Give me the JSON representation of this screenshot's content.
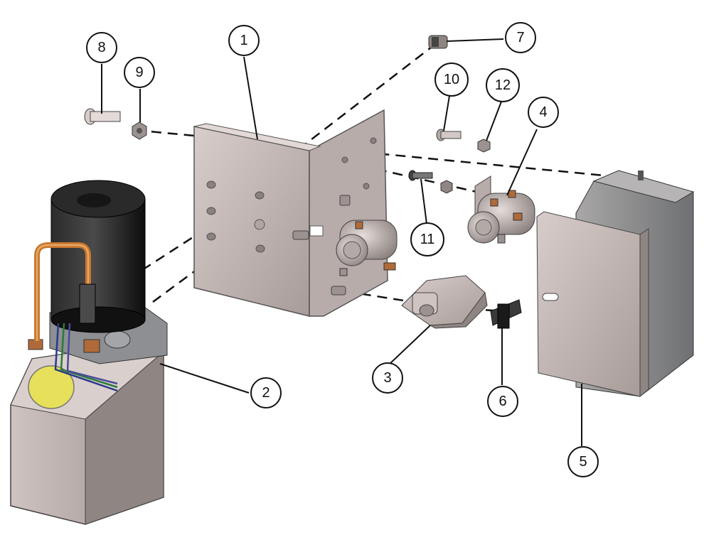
{
  "diagram": {
    "type": "exploded-parts-view",
    "callouts": [
      {
        "id": "c1",
        "label": "1"
      },
      {
        "id": "c2",
        "label": "2"
      },
      {
        "id": "c3",
        "label": "3"
      },
      {
        "id": "c4",
        "label": "4"
      },
      {
        "id": "c5",
        "label": "5"
      },
      {
        "id": "c6",
        "label": "6"
      },
      {
        "id": "c7",
        "label": "7"
      },
      {
        "id": "c8",
        "label": "8"
      },
      {
        "id": "c9",
        "label": "9"
      },
      {
        "id": "c10",
        "label": "10"
      },
      {
        "id": "c11",
        "label": "11"
      },
      {
        "id": "c12",
        "label": "12"
      }
    ]
  },
  "colors": {
    "metal": "#c9bcb8",
    "metal_dark": "#8f8582",
    "motor": "#1a1a1a",
    "copper": "#c8772e",
    "reservoir_cap": "#e6e05a",
    "cover": "#cfc4c1",
    "housing_gray": "#8a8d90",
    "line": "#111111"
  }
}
